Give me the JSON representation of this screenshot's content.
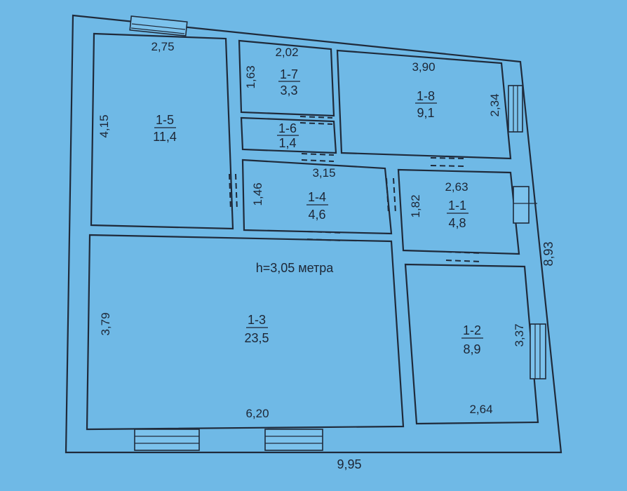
{
  "rooms": [
    {
      "id": "1-5",
      "area": "11,4",
      "width": "2,75",
      "height": "4,15"
    },
    {
      "id": "1-7",
      "area": "3,3",
      "width": "2,02",
      "height": "1,63"
    },
    {
      "id": "1-6",
      "area": "1,4"
    },
    {
      "id": "1-8",
      "area": "9,1",
      "width": "3,90",
      "height": "2,34"
    },
    {
      "id": "1-4",
      "area": "4,6",
      "width": "3,15",
      "height": "1,46"
    },
    {
      "id": "1-1",
      "area": "4,8",
      "width": "2,63",
      "height": "1,82"
    },
    {
      "id": "1-3",
      "area": "23,5",
      "width": "6,20",
      "height": "3,79"
    },
    {
      "id": "1-2",
      "area": "8,9",
      "width": "2,64",
      "height": "3,37"
    }
  ],
  "ceiling_height": "h=3,05 метра",
  "overall": {
    "width": "9,95",
    "height": "8,93"
  }
}
